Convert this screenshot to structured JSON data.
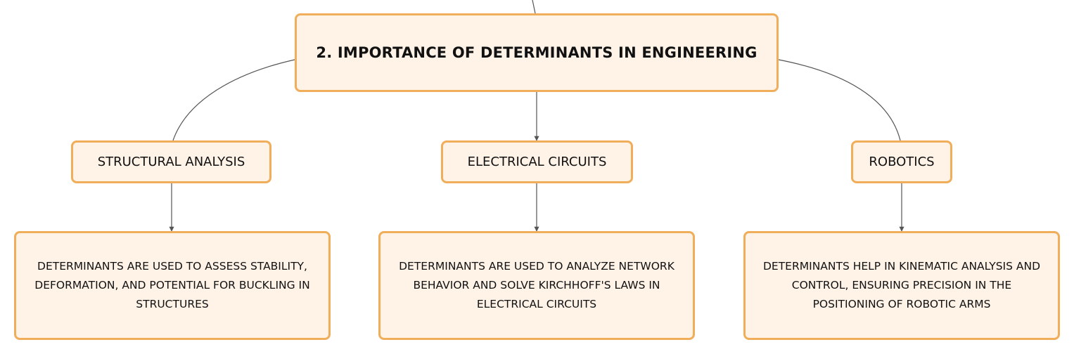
{
  "diagram": {
    "root": {
      "title": "2. IMPORTANCE OF DETERMINANTS IN ENGINEERING"
    },
    "branches": [
      {
        "label": "STRUCTURAL ANALYSIS",
        "detail": "DETERMINANTS ARE USED TO ASSESS STABILITY, DEFORMATION, AND POTENTIAL FOR BUCKLING IN STRUCTURES"
      },
      {
        "label": "ELECTRICAL CIRCUITS",
        "detail": "DETERMINANTS ARE USED TO ANALYZE NETWORK BEHAVIOR AND SOLVE KIRCHHOFF'S LAWS IN ELECTRICAL CIRCUITS"
      },
      {
        "label": "ROBOTICS",
        "detail": "DETERMINANTS HELP IN KINEMATIC ANALYSIS AND CONTROL, ENSURING PRECISION IN THE POSITIONING OF ROBOTIC ARMS"
      }
    ]
  },
  "colors": {
    "node_border": "#f0ad5a",
    "node_fill": "#fff3e8",
    "connector": "#555555",
    "text": "#111111"
  }
}
